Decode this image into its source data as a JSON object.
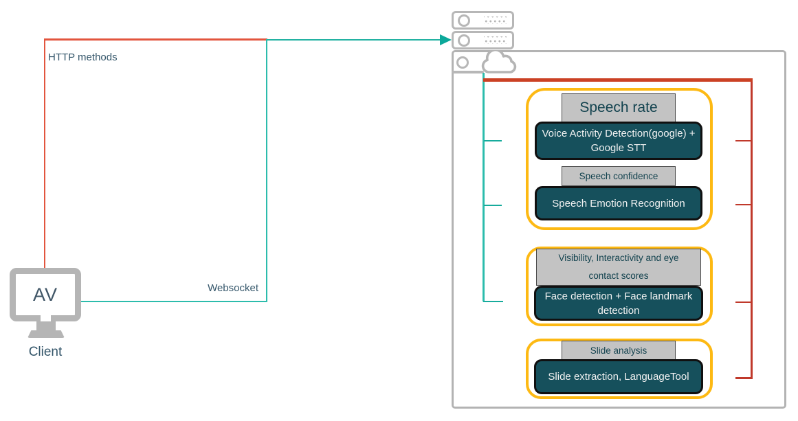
{
  "client": {
    "screen_label": "AV",
    "label": "Client"
  },
  "connections": {
    "http_label": "HTTP methods",
    "websocket_label": "Websocket"
  },
  "server": {
    "modules": [
      {
        "sections": [
          {
            "header": "Speech rate",
            "box": "Voice Activity Detection(google) + Google STT"
          },
          {
            "header": "Speech confidence",
            "box": "Speech Emotion Recognition"
          }
        ]
      },
      {
        "sections": [
          {
            "header": "Visibility, Interactivity and eye contact scores",
            "box": "Face detection + Face landmark detection"
          }
        ]
      },
      {
        "sections": [
          {
            "header": "Slide analysis",
            "box": "Slide extraction, LanguageTool"
          }
        ]
      }
    ]
  },
  "colors": {
    "teal_line": "#2cbcac",
    "teal_arrow": "#0ca89a",
    "red_light_line": "#e2553e",
    "red_dark_line": "#c0392b",
    "red_thick_line": "#cb4124",
    "group_border_yellow": "#fdb913",
    "module_fill_dark_teal": "#16505c",
    "header_fill_gray": "#c3c3c3",
    "header_text": "#12424e",
    "label_text": "#34566a",
    "icon_gray": "#b5b5b5"
  }
}
